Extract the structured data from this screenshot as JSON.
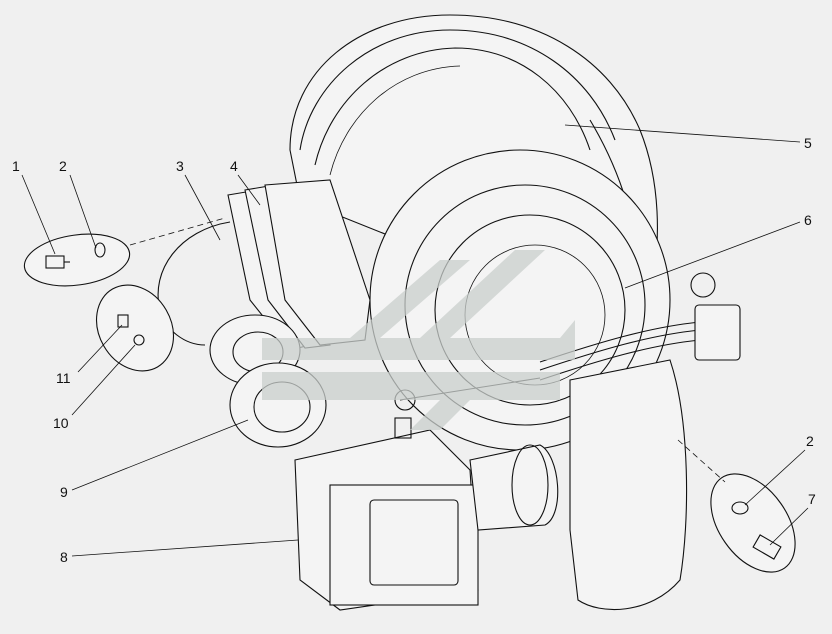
{
  "callouts": [
    {
      "label": "1"
    },
    {
      "label": "2"
    },
    {
      "label": "3"
    },
    {
      "label": "4"
    },
    {
      "label": "5"
    },
    {
      "label": "6"
    },
    {
      "label": "11"
    },
    {
      "label": "10"
    },
    {
      "label": "9"
    },
    {
      "label": "8"
    },
    {
      "label": "2"
    },
    {
      "label": "7"
    }
  ]
}
